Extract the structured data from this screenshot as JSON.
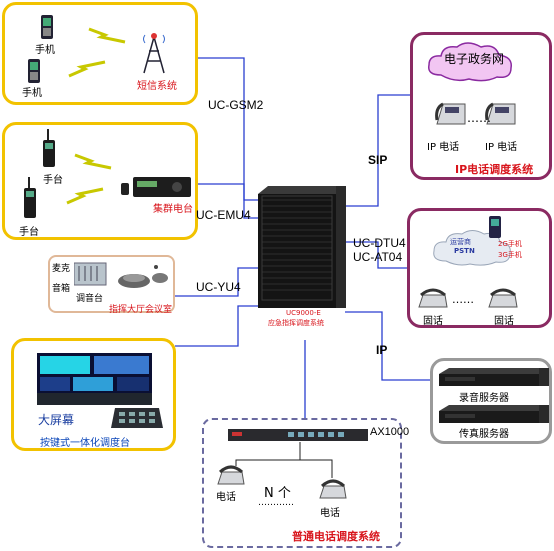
{
  "gsm_box": {
    "phone1": "手机",
    "phone2": "手机",
    "sms_system": "短信系统"
  },
  "emu_box": {
    "radio1": "手台",
    "radio2": "手台",
    "trunk_station": "集群电台"
  },
  "yu_box": {
    "speaker": "麦克",
    "sound": "音箱",
    "console": "调音台",
    "meeting_room": "指挥大厅会议室"
  },
  "screen_box": {
    "big_screen": "大屏幕",
    "console_desk": "按键式一体化调度台"
  },
  "server": {
    "line1": "UC9000-E",
    "line2": "应急指挥调度系统"
  },
  "ip_box": {
    "cloud": "电子政务网",
    "phone1": "IP 电话",
    "phone2": "IP 电话",
    "dots": "……",
    "title": "IP电话调度系统"
  },
  "pstn_box": {
    "operator": "运营商",
    "pstn": "PSTN",
    "net2g": "2G手机",
    "net3g": "3G手机",
    "phone1": "固话",
    "phone2": "固话",
    "dots": "……"
  },
  "servers": {
    "recording": "录音服务器",
    "fax": "传真服务器"
  },
  "ordinary_box": {
    "switch": "AX1000",
    "phone1": "电话",
    "phone2": "电话",
    "n_label": "N 个",
    "dots": "…………",
    "title": "普通电话调度系统"
  },
  "connections": {
    "gsm": "UC-GSM2",
    "emu": "UC-EMU4",
    "yu": "UC-YU4",
    "sip": "SIP",
    "dtu": "UC-DTU4",
    "at": "UC-AT04",
    "ip": "IP"
  },
  "colors": {
    "line": "#2a3fd0",
    "yellow": "#f2c200",
    "purple": "#8a2a62",
    "red": "#d8141b"
  }
}
